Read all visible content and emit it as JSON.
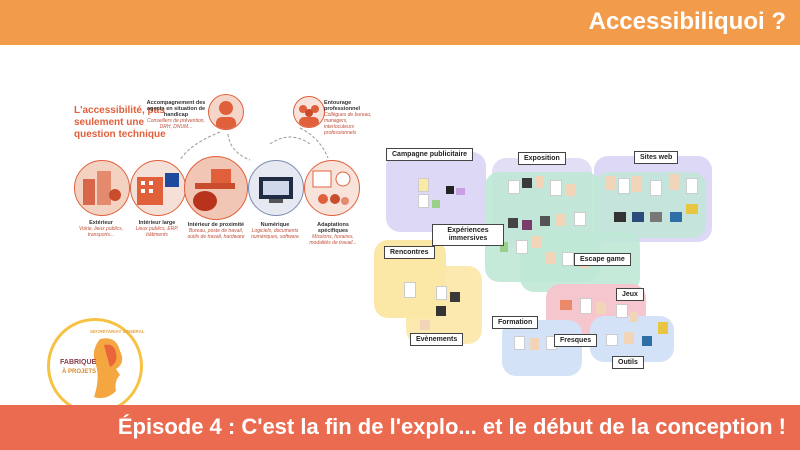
{
  "header": {
    "title": "Accessibiliquoi ?",
    "color": "#f29b4b"
  },
  "footer": {
    "title": "Épisode 4 : C'est la fin de l'explo... et le début de la conception !",
    "color": "#ea6b50"
  },
  "infographic": {
    "headline": "L'accessibilité, pas seulement une question technique",
    "top_left": {
      "title": "Accompagnement des agents en situation de handicap",
      "subtitle": "Conseillers de prévention, DRH, DNUM..."
    },
    "top_right": {
      "title": "Entourage professionnel",
      "subtitle": "Collègues de bureau, managers, interlocuteurs professionnels"
    },
    "captions": [
      {
        "title": "Extérieur",
        "subtitle": "Voirie, lieux publics, transports..."
      },
      {
        "title": "Intérieur large",
        "subtitle": "Lieux publics, ERP, bâtiments"
      },
      {
        "title": "Intérieur de proximité",
        "subtitle": "Bureau, poste de travail, outils de travail, hardware"
      },
      {
        "title": "Numérique",
        "subtitle": "Logiciels, documents numériques, software"
      },
      {
        "title": "Adaptations spécifiques",
        "subtitle": "Missions, horaires, modalités de travail..."
      }
    ]
  },
  "board": {
    "labels": {
      "campagne": "Campagne publicitaire",
      "exposition": "Exposition",
      "sites_web": "Sites web",
      "experiences": "Expériences immersives",
      "rencontres": "Rencontres",
      "escape_game": "Escape game",
      "jeux": "Jeux",
      "formation": "Formation",
      "evenements": "Evènements",
      "fresques": "Fresques",
      "outils": "Outils"
    },
    "zone_colors": {
      "lavender": "#dcd8f5",
      "green": "#bfe8d6",
      "yellow": "#fbe7a6",
      "pink": "#f6c6cf",
      "blue": "#d4e2f8"
    }
  },
  "logo": {
    "line1": "SECRÉTARIAT GÉNÉRAL",
    "line2": "FABRIQUE",
    "line3": "À PROJETS"
  }
}
